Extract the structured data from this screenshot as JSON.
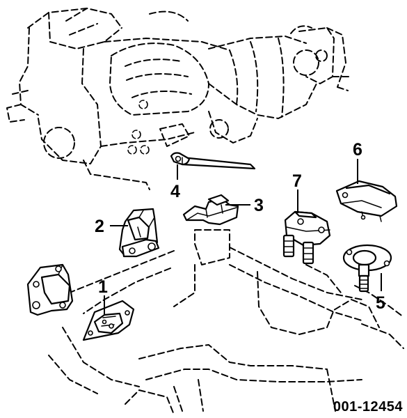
{
  "callouts": {
    "c1": "1",
    "c2": "2",
    "c3": "3",
    "c4": "4",
    "c5": "5",
    "c6": "6",
    "c7": "7"
  },
  "figure_id": "001-12454"
}
